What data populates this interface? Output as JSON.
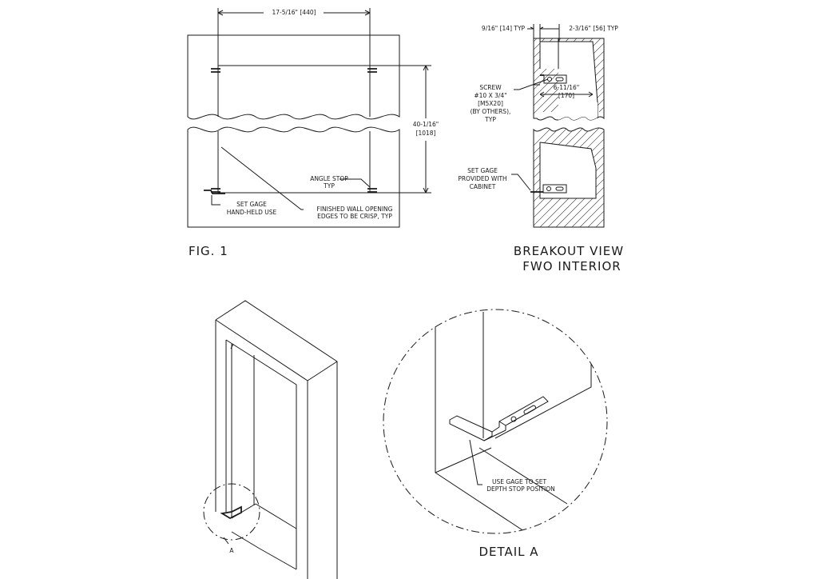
{
  "fig1": {
    "dim_width": "17-5/16\" [440]",
    "dim_height_1": "40-1/16\"",
    "dim_height_2": "[1018]",
    "angle_stop_1": "ANGLE STOP",
    "angle_stop_2": "TYP",
    "set_gage_1": "SET GAGE",
    "set_gage_2": "HAND-HELD USE",
    "finished_1": "FINISHED WALL OPENING",
    "finished_2": "EDGES TO BE CRISP, TYP",
    "caption": "FIG. 1"
  },
  "breakout": {
    "dim_left": "9/16\" [14] TYP",
    "dim_right": "2-3/16\" [56] TYP",
    "screw_lines": [
      "SCREW",
      "#10 X 3/4\"",
      "[M5X20]",
      "(BY OTHERS),",
      "TYP"
    ],
    "dim_depth_1": "6-11/16\"",
    "dim_depth_2": "[170]",
    "gage_lines": [
      "SET GAGE",
      "PROVIDED WITH",
      "CABINET"
    ],
    "caption_1": "BREAKOUT VIEW",
    "caption_2": "FWO INTERIOR"
  },
  "iso": {
    "detail_marker": "A"
  },
  "detail": {
    "note_1": "USE GAGE TO SET",
    "note_2": "DEPTH STOP POSITION",
    "caption": "DETAIL A"
  }
}
